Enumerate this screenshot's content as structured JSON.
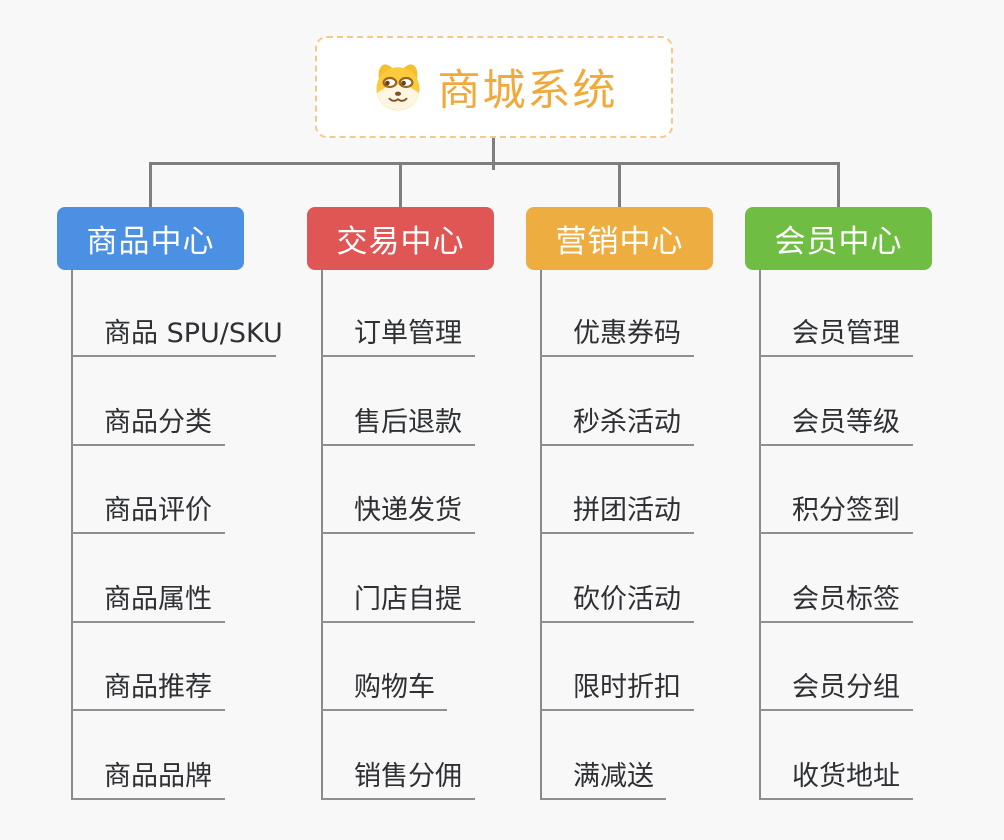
{
  "root": {
    "label": "商城系统",
    "icon": "dog-face-icon",
    "text_color": "#f2a93c",
    "border_color": "#f5c98a"
  },
  "theme": {
    "background": "#f8f8f8",
    "connector_color": "#7f7f7f",
    "leaf_underline_color": "#8f8f8f",
    "leaf_text_color": "#2e3033"
  },
  "branches": [
    {
      "label": "商品中心",
      "color": "#4b90e2",
      "children": [
        "商品 SPU/SKU",
        "商品分类",
        "商品评价",
        "商品属性",
        "商品推荐",
        "商品品牌"
      ]
    },
    {
      "label": "交易中心",
      "color": "#e05654",
      "children": [
        "订单管理",
        "售后退款",
        "快递发货",
        "门店自提",
        "购物车",
        "销售分佣"
      ]
    },
    {
      "label": "营销中心",
      "color": "#eead40",
      "children": [
        "优惠券码",
        "秒杀活动",
        "拼团活动",
        "砍价活动",
        "限时折扣",
        "满减送"
      ]
    },
    {
      "label": "会员中心",
      "color": "#6fbe43",
      "children": [
        "会员管理",
        "会员等级",
        "积分签到",
        "会员标签",
        "会员分组",
        "收货地址"
      ]
    }
  ]
}
